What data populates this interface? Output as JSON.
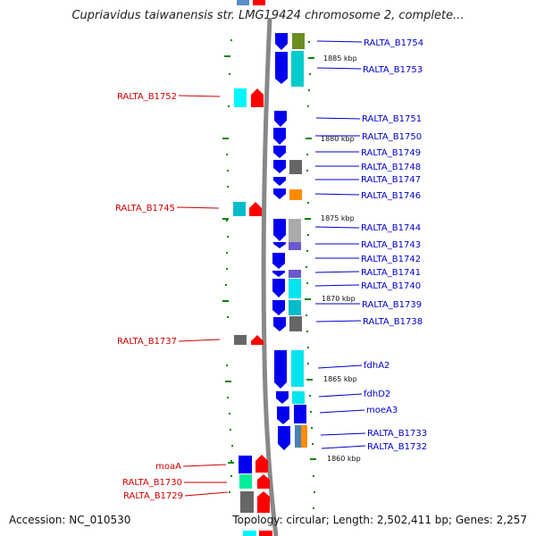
{
  "header": {
    "title": "Cupriavidus taiwanensis str. LMG19424 chromosome 2, complete..."
  },
  "footer": {
    "accession": "Accession: NC_010530",
    "summary": "Topology: circular; Length: 2,502,411 bp; Genes: 2,257"
  },
  "colors": {
    "plus_strand_label": "#0000cc",
    "minus_strand_label": "#cc0000",
    "backbone": "#888888",
    "ticks": "#008800"
  },
  "ticks": [
    {
      "label": "1885 kbp"
    },
    {
      "label": "1880 kbp"
    },
    {
      "label": "1875 kbp"
    },
    {
      "label": "1870 kbp"
    },
    {
      "label": "1865 kbp"
    },
    {
      "label": "1860 kbp"
    }
  ],
  "right_genes": [
    "RALTA_B1754",
    "RALTA_B1753",
    "RALTA_B1751",
    "RALTA_B1750",
    "RALTA_B1749",
    "RALTA_B1748",
    "RALTA_B1747",
    "RALTA_B1746",
    "RALTA_B1744",
    "RALTA_B1743",
    "RALTA_B1742",
    "RALTA_B1741",
    "RALTA_B1740",
    "RALTA_B1739",
    "RALTA_B1738",
    "fdhA2",
    "fdhD2",
    "moeA3",
    "RALTA_B1733",
    "RALTA_B1732"
  ],
  "left_genes": [
    "RALTA_B1752",
    "RALTA_B1745",
    "RALTA_B1737",
    "moaA",
    "RALTA_B1730",
    "RALTA_B1729"
  ]
}
